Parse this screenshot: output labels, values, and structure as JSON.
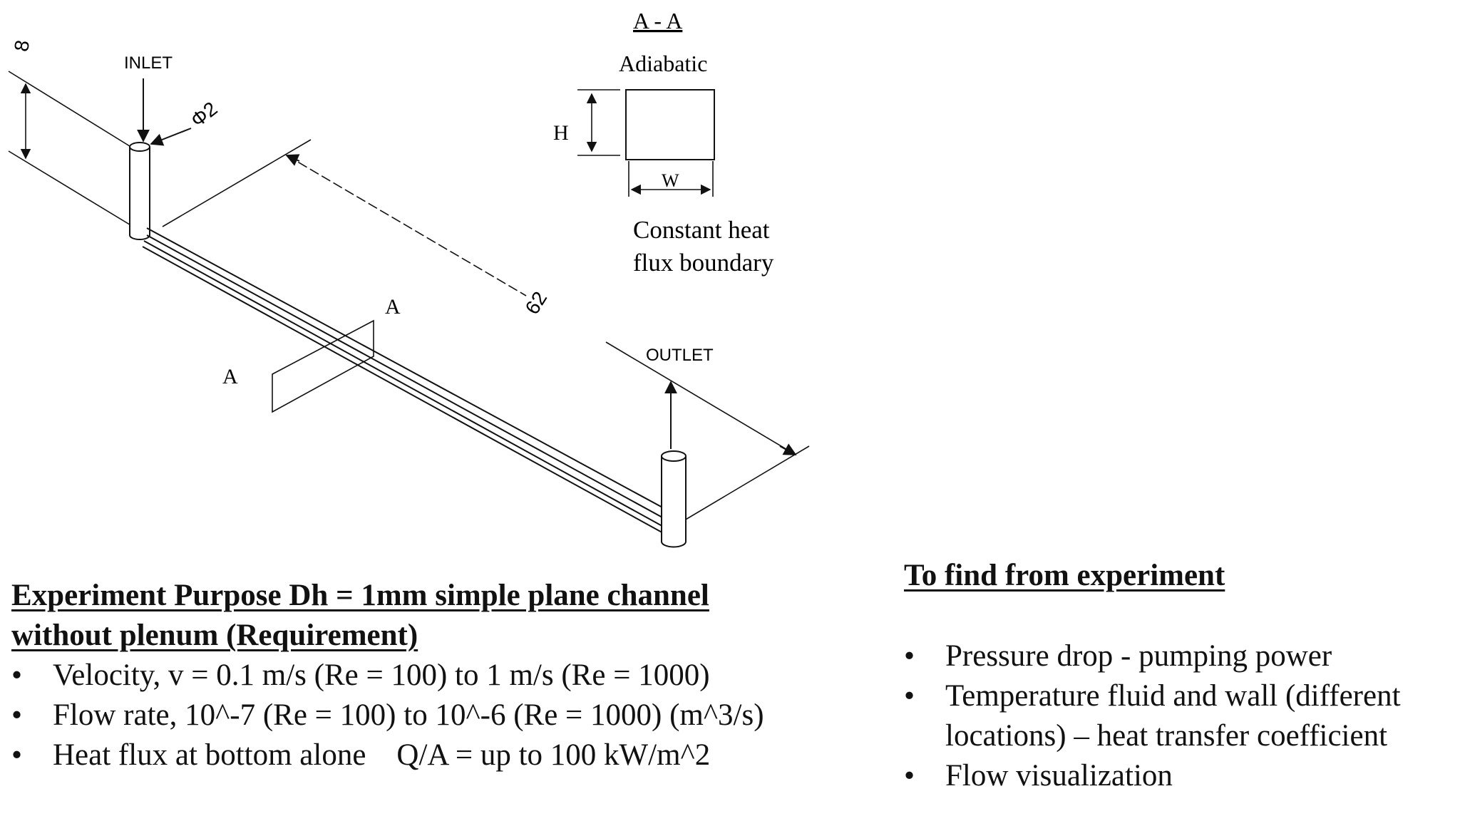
{
  "diagram": {
    "inlet_label": "INLET",
    "outlet_label": "OUTLET",
    "diameter_label": "Φ2",
    "height_dim_label": "8",
    "length_dim_label": "62",
    "section_mark_upper": "A",
    "section_mark_lower": "A",
    "section_title": "A - A",
    "adiabatic_label": "Adiabatic",
    "h_label": "H",
    "w_label": "W",
    "boundary_line1": "Constant heat",
    "boundary_line2": "flux boundary"
  },
  "purpose": {
    "heading": "Experiment Purpose Dh = 1mm simple plane channel without plenum (Requirement)",
    "items": [
      "Velocity, v = 0.1 m/s (Re = 100) to 1 m/s (Re = 1000)",
      "Flow rate, 10^-7 (Re = 100) to 10^-6 (Re = 1000) (m^3/s)",
      "Heat flux at bottom alone    Q/A = up to 100 kW/m^2"
    ]
  },
  "findings": {
    "heading": "To find from experiment",
    "items": [
      "Pressure drop - pumping power",
      "Temperature fluid and wall (different locations) – heat transfer coefficient",
      "Flow visualization"
    ]
  }
}
